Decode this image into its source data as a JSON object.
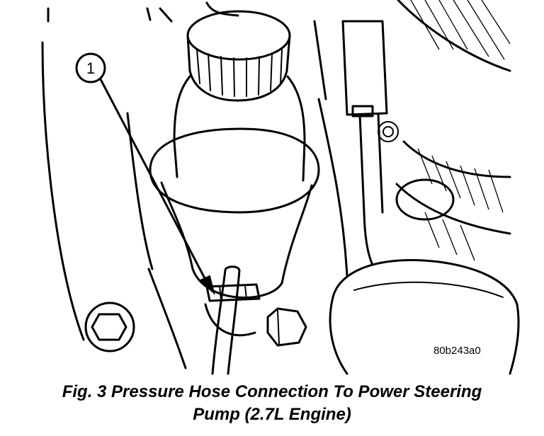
{
  "callout": {
    "number": "1"
  },
  "figure_id": "80b243a0",
  "caption": {
    "line1": "Fig. 3 Pressure Hose Connection To Power Steering",
    "line2": "Pump (2.7L Engine)"
  }
}
